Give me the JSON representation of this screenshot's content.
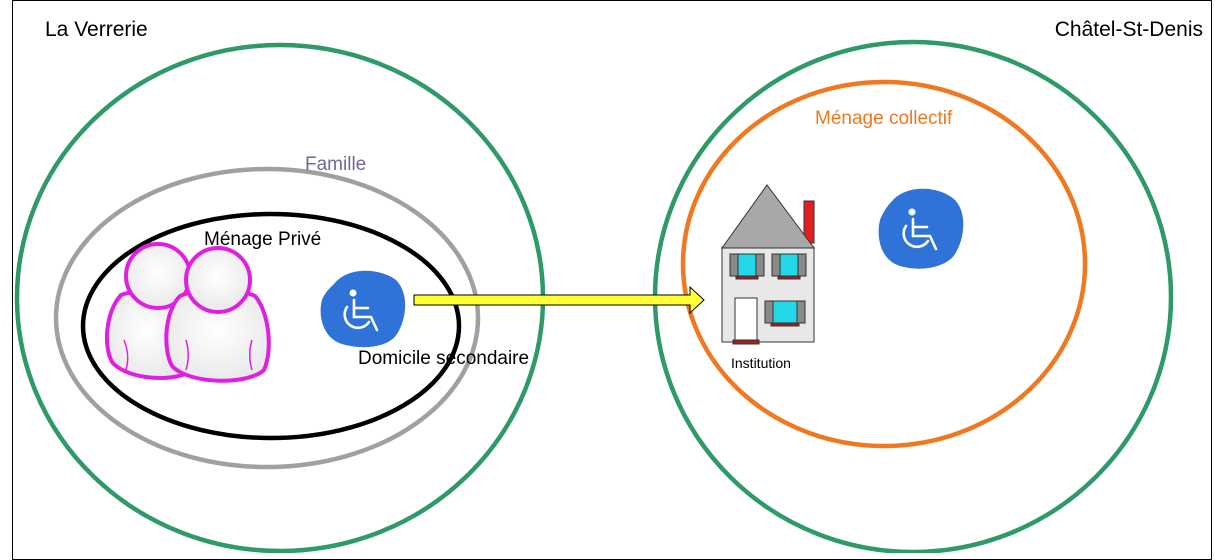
{
  "labels": {
    "la_verrerie": "La Verrerie",
    "chatel_st_denis": "Châtel-St-Denis",
    "famille": "Famille",
    "menage_prive": "Ménage Privé",
    "domicile_secondaire": "Domicile secondaire",
    "menage_collectif": "Ménage collectif",
    "institution": "Institution"
  },
  "icons": {
    "person_group": "persons-icon",
    "wheelchair": "wheelchair-icon",
    "house": "house-icon",
    "arrow": "arrow-right-icon"
  },
  "colors": {
    "commune_circle": "#2e9a68",
    "famille_circle": "#a0a0a0",
    "famille_text": "#6b6b9a",
    "menage_prive_circle": "#000000",
    "menage_collectif_circle": "#f07820",
    "menage_collectif_text": "#f07820",
    "persons": "#e020e0",
    "wheelchair_blob": "#2f73d9",
    "arrow_fill": "#ffff33"
  }
}
